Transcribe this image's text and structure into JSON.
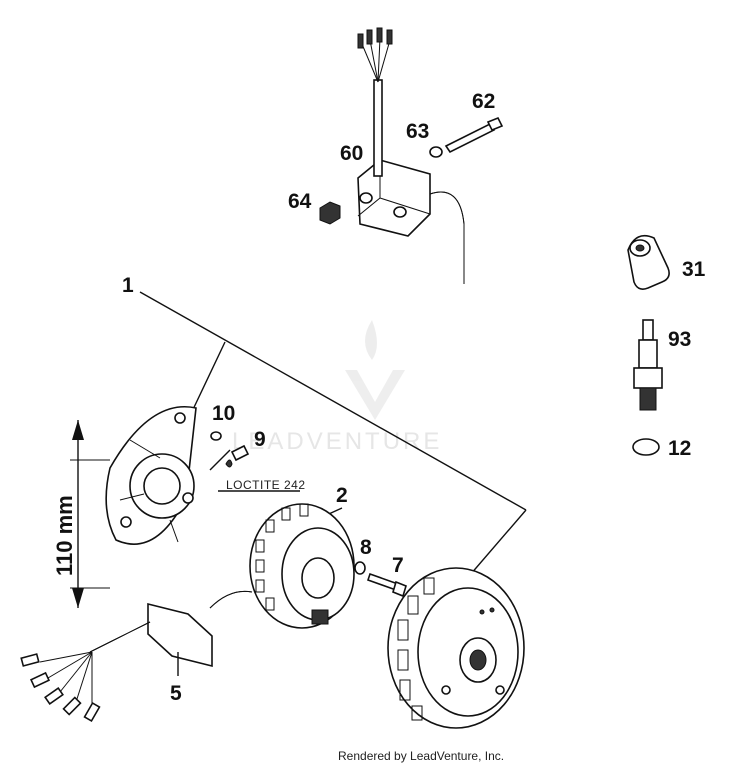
{
  "labels": {
    "l1": "1",
    "l2": "2",
    "l5": "5",
    "l7": "7",
    "l8": "8",
    "l9": "9",
    "l10": "10",
    "l12": "12",
    "l31": "31",
    "l60": "60",
    "l62": "62",
    "l63": "63",
    "l64": "64",
    "l93": "93"
  },
  "dimension": "110 mm",
  "note": "LOCTITE 242",
  "watermark": "LEADVENTURE",
  "footer": "Rendered by LeadVenture, Inc."
}
